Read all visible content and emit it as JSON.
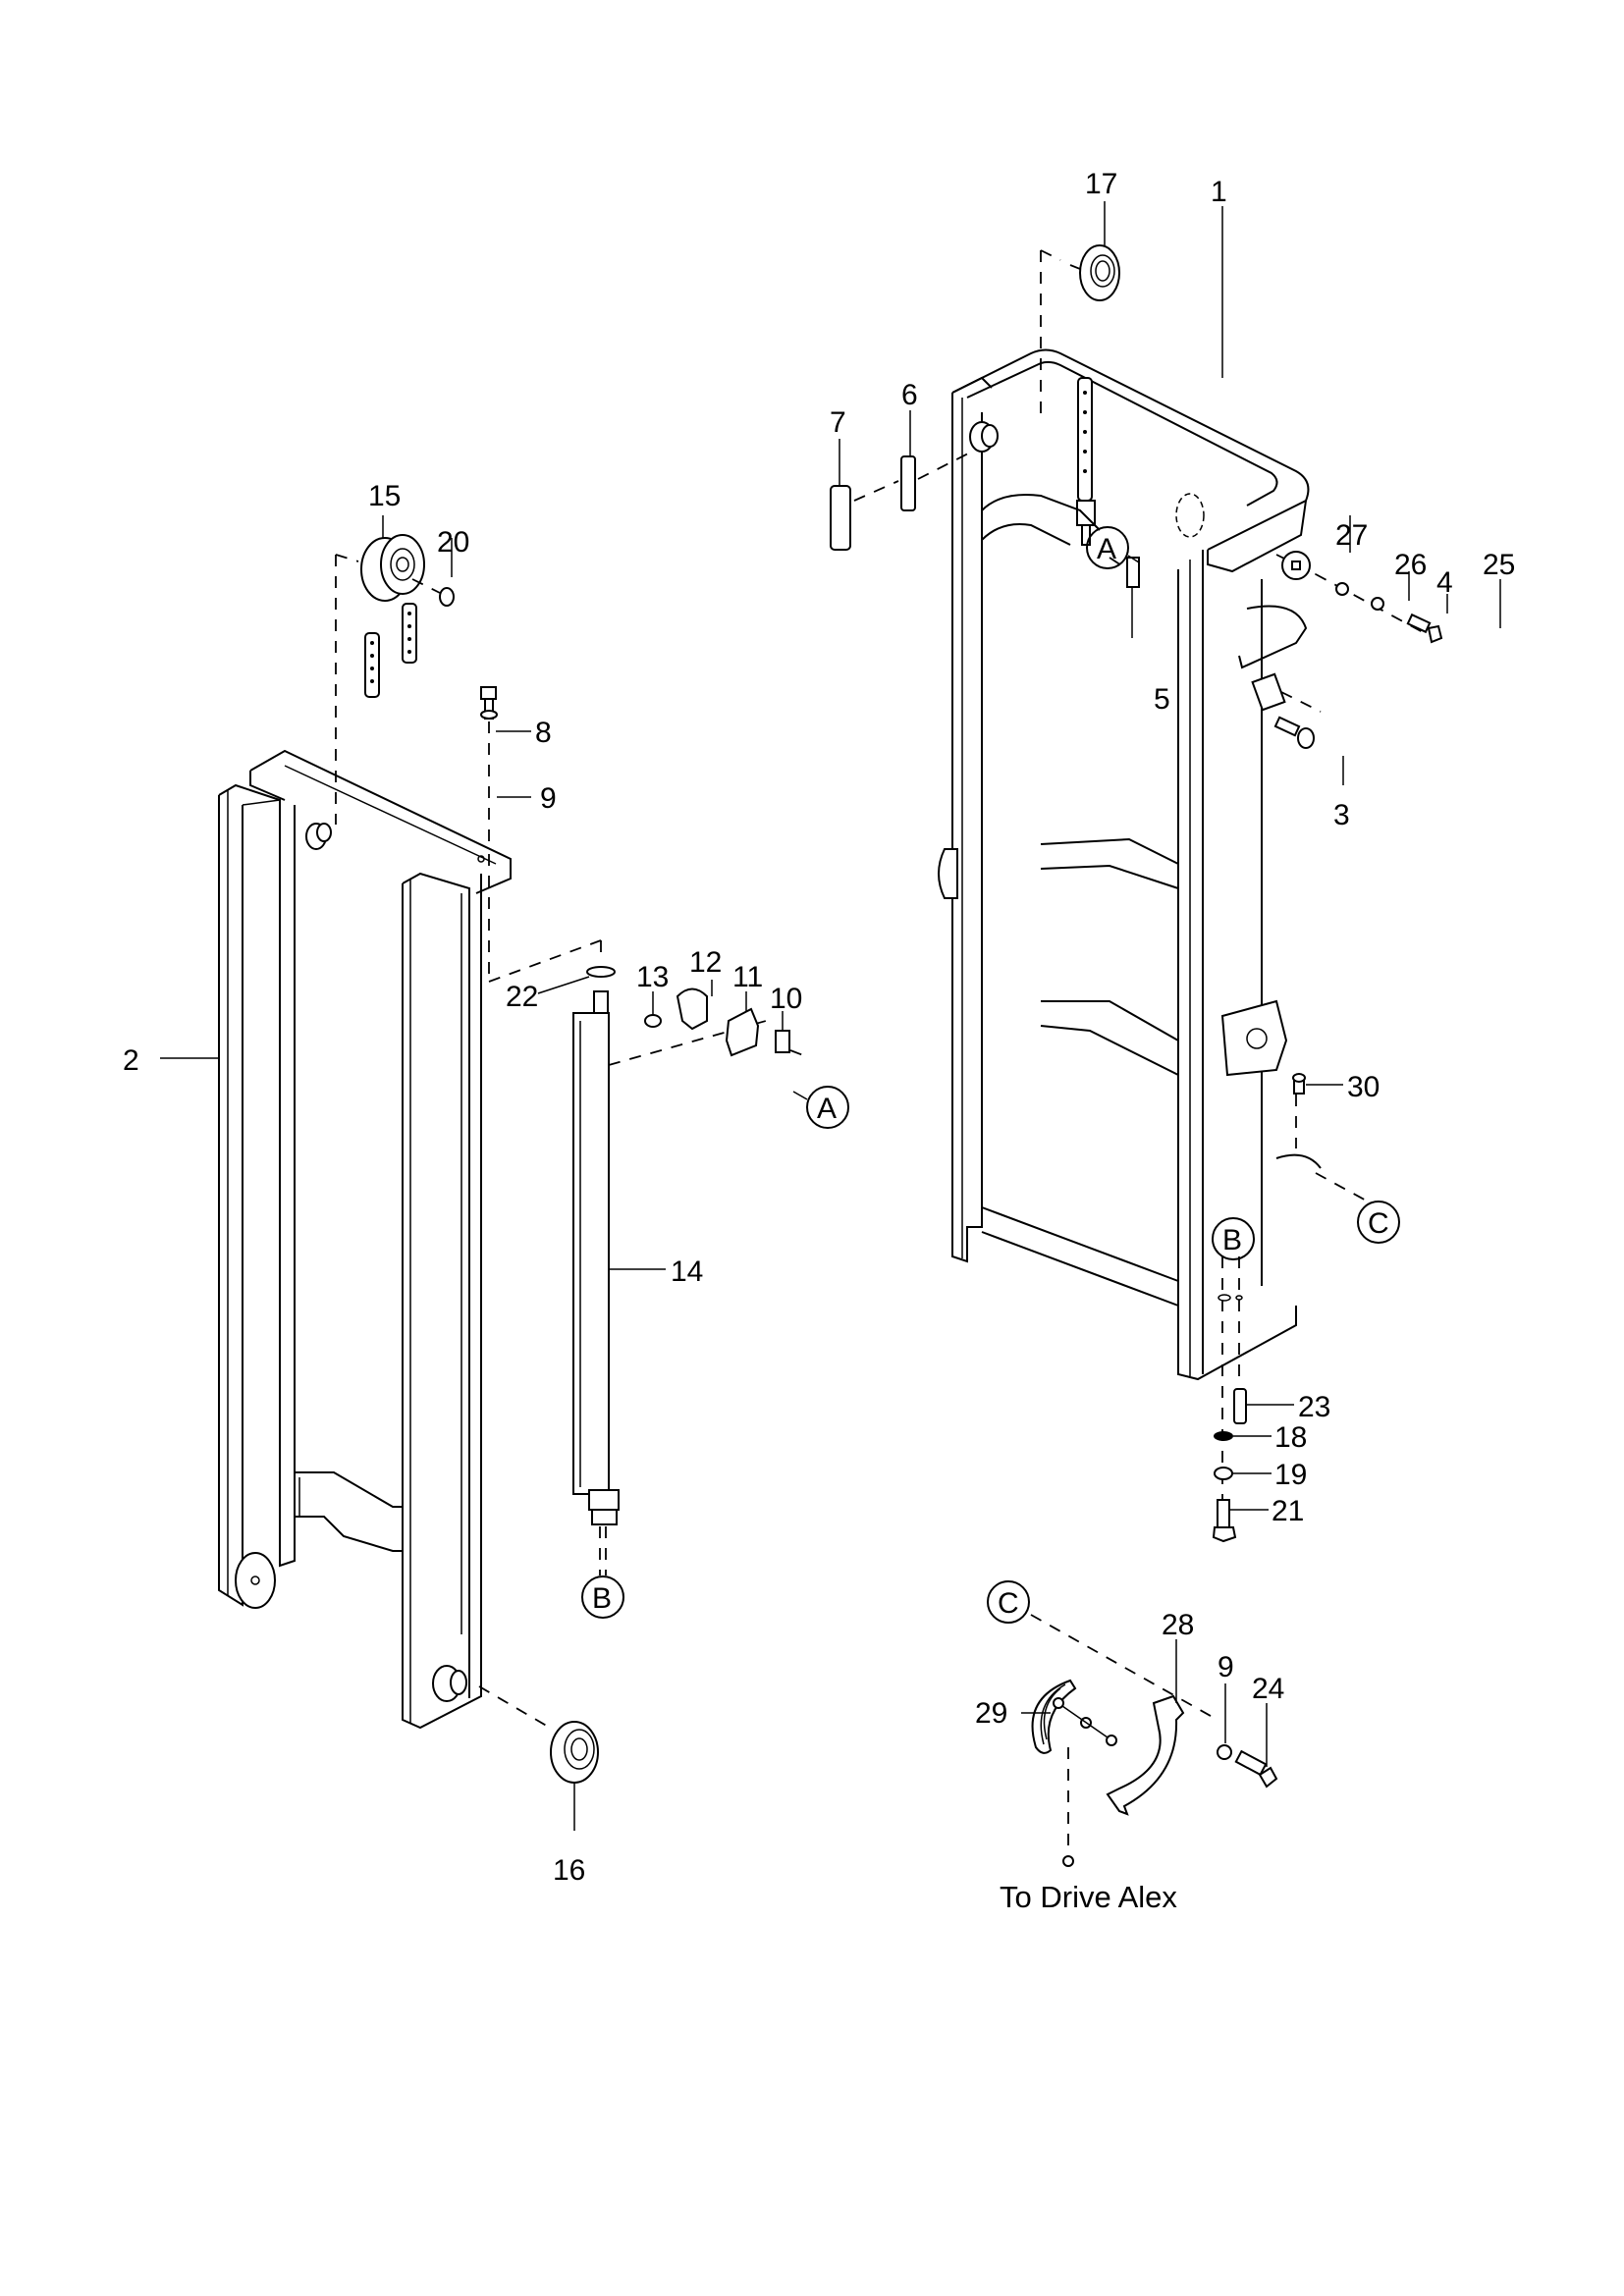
{
  "diagram": {
    "title": "Mast assembly exploded view",
    "caption": "To Drive Alex",
    "ref_markers": [
      "A",
      "B",
      "C"
    ],
    "callouts": [
      {
        "id": "c1",
        "label": "1"
      },
      {
        "id": "c2",
        "label": "2"
      },
      {
        "id": "c3",
        "label": "3"
      },
      {
        "id": "c4",
        "label": "4"
      },
      {
        "id": "c5",
        "label": "5"
      },
      {
        "id": "c6",
        "label": "6"
      },
      {
        "id": "c7",
        "label": "7"
      },
      {
        "id": "c8",
        "label": "8"
      },
      {
        "id": "c9a",
        "label": "9"
      },
      {
        "id": "c9b",
        "label": "9"
      },
      {
        "id": "c10",
        "label": "10"
      },
      {
        "id": "c11",
        "label": "11"
      },
      {
        "id": "c12",
        "label": "12"
      },
      {
        "id": "c13",
        "label": "13"
      },
      {
        "id": "c14",
        "label": "14"
      },
      {
        "id": "c15",
        "label": "15"
      },
      {
        "id": "c16",
        "label": "16"
      },
      {
        "id": "c17",
        "label": "17"
      },
      {
        "id": "c18",
        "label": "18"
      },
      {
        "id": "c19",
        "label": "19"
      },
      {
        "id": "c20",
        "label": "20"
      },
      {
        "id": "c21",
        "label": "21"
      },
      {
        "id": "c22",
        "label": "22"
      },
      {
        "id": "c23",
        "label": "23"
      },
      {
        "id": "c24",
        "label": "24"
      },
      {
        "id": "c25",
        "label": "25"
      },
      {
        "id": "c26",
        "label": "26"
      },
      {
        "id": "c27",
        "label": "27"
      },
      {
        "id": "c28",
        "label": "28"
      },
      {
        "id": "c29",
        "label": "29"
      },
      {
        "id": "c30",
        "label": "30"
      }
    ]
  }
}
